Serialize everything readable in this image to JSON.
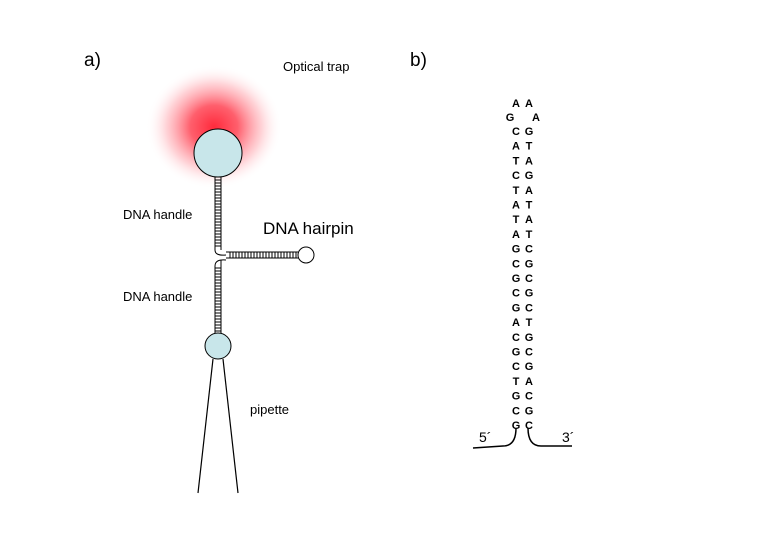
{
  "panel_a": {
    "label": "a)",
    "optical_trap_label": "Optical trap",
    "handle_top_label": "DNA handle",
    "hairpin_label": "DNA hairpin",
    "handle_bottom_label": "DNA handle",
    "pipette_label": "pipette"
  },
  "panel_b": {
    "label": "b)",
    "loop": [
      "A",
      "A",
      "G",
      "A"
    ],
    "stem": [
      [
        "C",
        "G"
      ],
      [
        "A",
        "T"
      ],
      [
        "T",
        "A"
      ],
      [
        "C",
        "G"
      ],
      [
        "T",
        "A"
      ],
      [
        "A",
        "T"
      ],
      [
        "T",
        "A"
      ],
      [
        "A",
        "T"
      ],
      [
        "G",
        "C"
      ],
      [
        "C",
        "G"
      ],
      [
        "G",
        "C"
      ],
      [
        "C",
        "G"
      ],
      [
        "G",
        "C"
      ],
      [
        "A",
        "T"
      ],
      [
        "C",
        "G"
      ],
      [
        "G",
        "C"
      ],
      [
        "C",
        "G"
      ],
      [
        "T",
        "A"
      ],
      [
        "G",
        "C"
      ],
      [
        "C",
        "G"
      ],
      [
        "G",
        "C"
      ]
    ],
    "five_prime": "5´",
    "three_prime": "3´"
  },
  "colors": {
    "bead": "#c8e6ea",
    "trap_glow": "#ff2a3c",
    "line": "#000000"
  }
}
